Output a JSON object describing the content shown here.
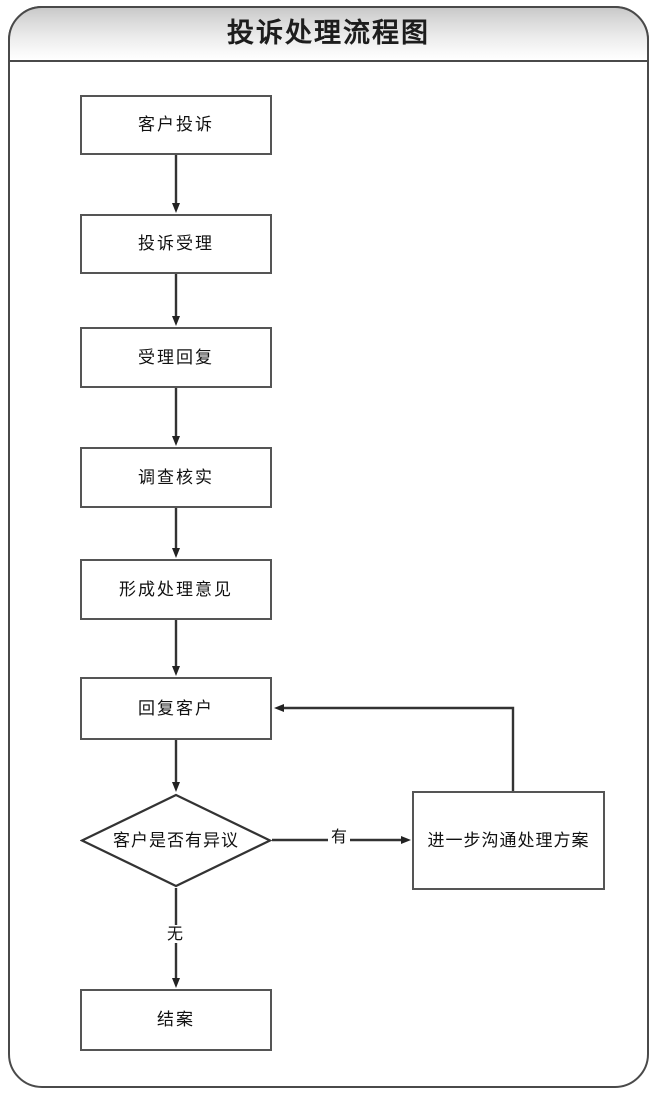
{
  "diagram": {
    "title": "投诉处理流程图",
    "type": "flowchart",
    "orientation": "top-to-bottom",
    "stroke_color": "#555555",
    "frame_color": "#4a4a4a",
    "background_color": "#ffffff",
    "header_gradient_top": "#c9c9c9",
    "header_gradient_bottom": "#ffffff"
  },
  "nodes": [
    {
      "id": "n1",
      "shape": "rect",
      "label": "客户投诉"
    },
    {
      "id": "n2",
      "shape": "rect",
      "label": "投诉受理"
    },
    {
      "id": "n3",
      "shape": "rect",
      "label": "受理回复"
    },
    {
      "id": "n4",
      "shape": "rect",
      "label": "调查核实"
    },
    {
      "id": "n5",
      "shape": "rect",
      "label": "形成处理意见"
    },
    {
      "id": "n6",
      "shape": "rect",
      "label": "回复客户"
    },
    {
      "id": "n7",
      "shape": "diamond",
      "label": "客户是否有异议"
    },
    {
      "id": "n8",
      "shape": "rect",
      "label": "进一步沟通处理方案"
    },
    {
      "id": "n9",
      "shape": "rect",
      "label": "结案"
    }
  ],
  "edges": [
    {
      "from": "n1",
      "to": "n2",
      "label": ""
    },
    {
      "from": "n2",
      "to": "n3",
      "label": ""
    },
    {
      "from": "n3",
      "to": "n4",
      "label": ""
    },
    {
      "from": "n4",
      "to": "n5",
      "label": ""
    },
    {
      "from": "n5",
      "to": "n6",
      "label": ""
    },
    {
      "from": "n6",
      "to": "n7",
      "label": ""
    },
    {
      "from": "n7",
      "to": "n8",
      "label": "有"
    },
    {
      "from": "n7",
      "to": "n9",
      "label": "无"
    },
    {
      "from": "n8",
      "to": "n6",
      "label": ""
    }
  ],
  "edge_labels": {
    "yes": "有",
    "no": "无"
  }
}
